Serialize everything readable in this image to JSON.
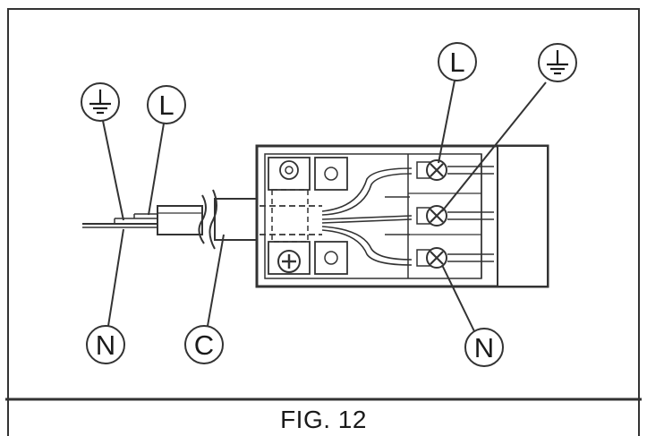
{
  "figure": {
    "caption": "FIG. 12",
    "labels": {
      "earth_left": "⏚",
      "live_left": "L",
      "neutral_left": "N",
      "cable": "C",
      "live_right": "L",
      "earth_right": "⏚",
      "neutral_right": "N"
    }
  }
}
